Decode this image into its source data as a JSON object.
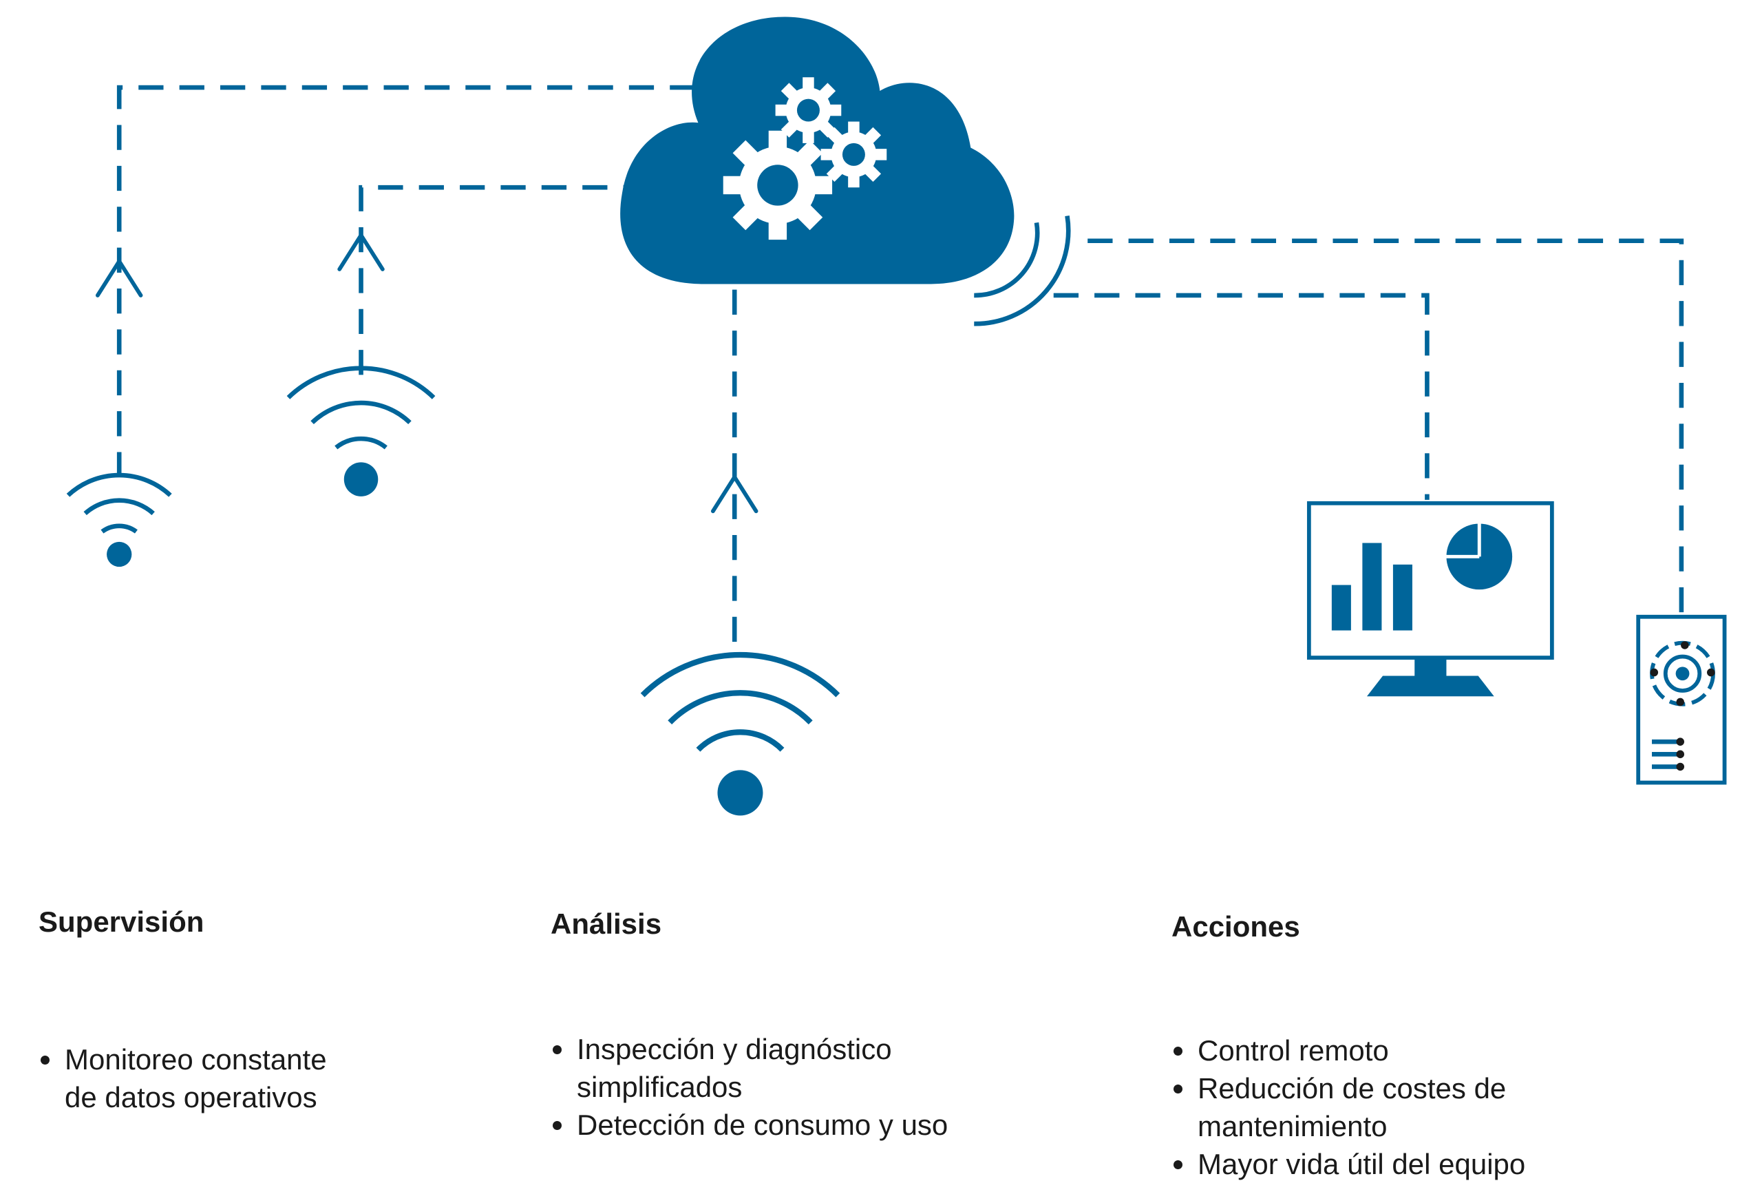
{
  "colors": {
    "primary": "#00659a",
    "white": "#ffffff",
    "text": "#1a1a1a"
  },
  "icons": [
    "cloud-icon",
    "gear-icon",
    "wifi-icon",
    "monitor-chart-icon",
    "device-icon",
    "arrow-up-icon"
  ],
  "columns": {
    "supervision": {
      "title": "Supervisión",
      "items": [
        "Monitoreo constante de datos operativos"
      ]
    },
    "analisis": {
      "title": "Análisis",
      "items": [
        "Inspección y diagnóstico simplificados",
        "Detección de consumo y uso"
      ]
    },
    "acciones": {
      "title": "Acciones",
      "items": [
        "Control remoto",
        "Reducción de costes de mantenimiento",
        "Mayor vida útil del equipo"
      ]
    }
  }
}
